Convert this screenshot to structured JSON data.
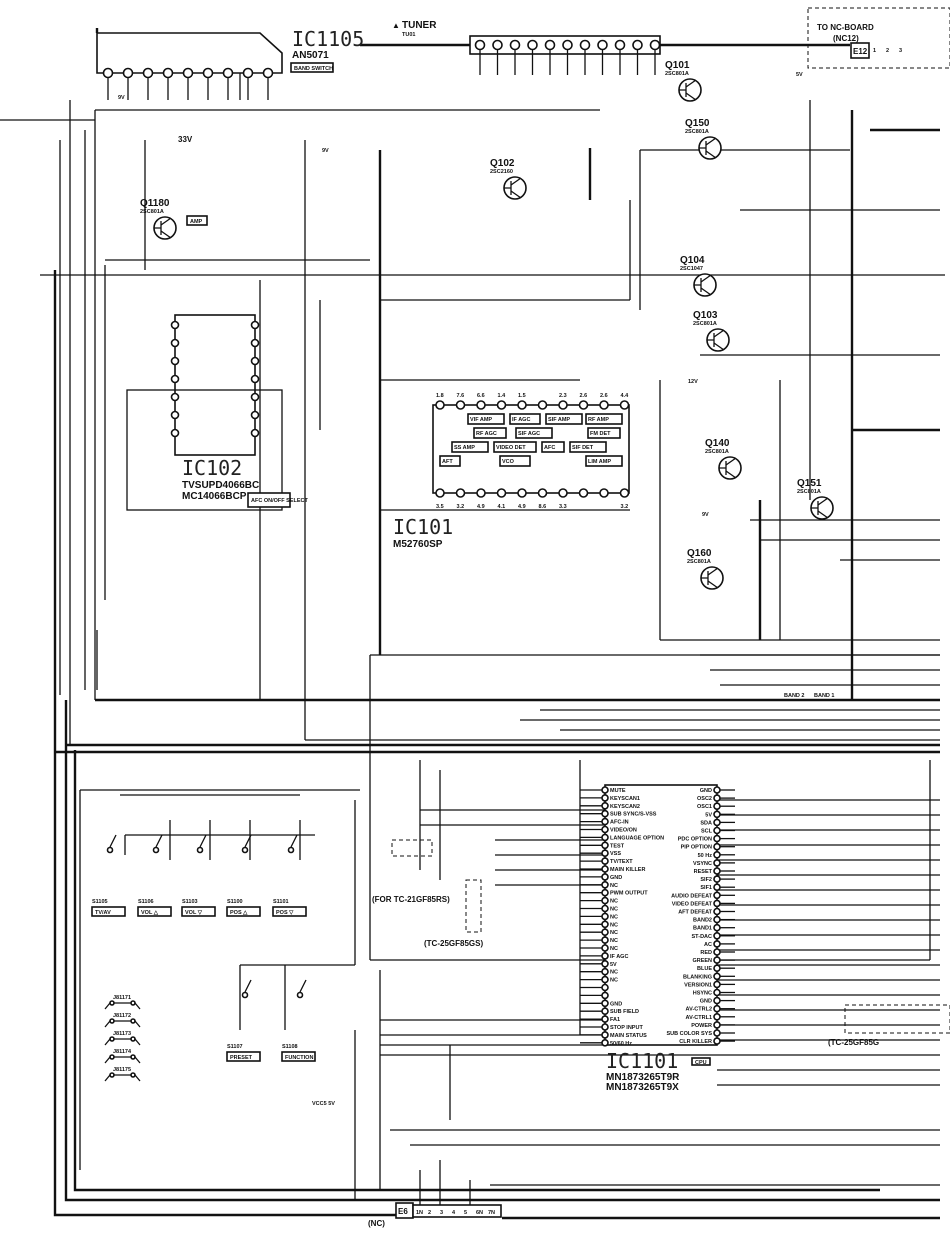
{
  "tuner": {
    "label": "TUNER",
    "ref": "TU01"
  },
  "nc_board": {
    "label": "TO NC-BOARD",
    "sub": "(NC12)",
    "connector": "E12"
  },
  "ics": {
    "ic1105": {
      "ref": "IC1105",
      "part": "AN5071",
      "function": "BAND SWITCH"
    },
    "ic102": {
      "ref": "IC102",
      "part": "TVSUPD4066BC",
      "part2": "MC14066BCP",
      "function": "AFC ON/OFF SELECT"
    },
    "ic101": {
      "ref": "IC101",
      "part": "M52760SP",
      "blocks": [
        "VIF AMP",
        "IF AGC",
        "RF AGC",
        "SIF AMP",
        "SIF AGC",
        "RF AMP",
        "FM DET",
        "LIM AMP",
        "VIDEO DET",
        "AFC",
        "SIF DET",
        "AFT",
        "SS AMP",
        "VCO"
      ],
      "top_pin_voltages": [
        "1.8",
        "7.6",
        "6.6",
        "1.4",
        "1.5",
        "",
        "2.3",
        "2.6",
        "2.6",
        "4.4"
      ],
      "bottom_pin_voltages": [
        "3.5",
        "3.2",
        "4.9",
        "4.1",
        "4.9",
        "8.6",
        "3.3",
        "",
        "",
        "3.2"
      ]
    },
    "ic1101": {
      "ref": "IC1101",
      "part": "MN1873265T9R",
      "part2": "MN1873265T9X",
      "function": "CPU",
      "left_pins": [
        "MUTE",
        "KEYSCAN1",
        "KEYSCAN2",
        "SUB SYNC/S-VSS",
        "AFC-IN",
        "VIDEO/ON",
        "LANGUAGE OPTION",
        "TEST",
        "VSS",
        "TV/TEXT",
        "MAIN KILLER",
        "GND",
        "NC",
        "PWM OUTPUT",
        "NC",
        "NC",
        "NC",
        "NC",
        "NC",
        "NC",
        "NC",
        "IF AGC",
        "5V",
        "NC",
        "NC",
        "",
        "",
        "GND",
        "SUB FIELD",
        "FA1",
        "STOP INPUT",
        "MAIN STATUS",
        "50/60 Hz"
      ],
      "right_pins": [
        "GND",
        "OSC2",
        "OSC1",
        "5V",
        "SDA",
        "SCL",
        "PDC OPTION",
        "PIP OPTION",
        "50 Hz",
        "VSYNC",
        "RESET",
        "SIF2",
        "SIF1",
        "AUDIO DEFEAT",
        "VIDEO DEFEAT",
        "AFT DEFEAT",
        "BAND2",
        "BAND1",
        "ST-DAC",
        "AC",
        "RED",
        "GREEN",
        "BLUE",
        "BLANKING",
        "VERSION1",
        "HSYNC",
        "GND",
        "AV-CTRL2",
        "AV-CTRL1",
        "POWER",
        "SUB COLOR SYS",
        "CLR KILLER"
      ]
    }
  },
  "transistors": [
    {
      "ref": "Q101",
      "part": "2SC801A"
    },
    {
      "ref": "Q150",
      "part": "2SC801A"
    },
    {
      "ref": "Q1180",
      "part": "2SC801A",
      "function": "AMP"
    },
    {
      "ref": "Q102",
      "part": "2SC2160"
    },
    {
      "ref": "Q104",
      "part": "2SC1047"
    },
    {
      "ref": "Q103",
      "part": "2SC801A"
    },
    {
      "ref": "Q140",
      "part": "2SC801A"
    },
    {
      "ref": "Q151",
      "part": "2SC801A"
    },
    {
      "ref": "Q160",
      "part": "2SC801A"
    }
  ],
  "switches": [
    {
      "ref": "S1105",
      "label": "TV/AV"
    },
    {
      "ref": "S1106",
      "label": "VOL △"
    },
    {
      "ref": "S1103",
      "label": "VOL ▽"
    },
    {
      "ref": "S1100",
      "label": "POS △"
    },
    {
      "ref": "S1101",
      "label": "POS ▽"
    },
    {
      "ref": "S1107",
      "label": "PRESET"
    },
    {
      "ref": "S1108",
      "label": "FUNCTION"
    }
  ],
  "jumpers": [
    "J81171",
    "J81172",
    "J81173",
    "J81174",
    "J81175"
  ],
  "notes": {
    "for_21": "(FOR TC-21GF85RS)",
    "for_25": "(TC-25GF85GS)",
    "for_25_right": "(TC-25GF85G"
  },
  "supply": {
    "v33": "33V",
    "v9": "9V",
    "v5": "5V",
    "v12": "12V",
    "vcc5": "VCC5 5V"
  },
  "band_labels": [
    "BAND 2",
    "BAND 1"
  ],
  "bottom_connector": {
    "ref": "E6",
    "nc": "(NC)",
    "pins": [
      "1N",
      "2",
      "3",
      "4",
      "5",
      "6N",
      "7N"
    ]
  },
  "nc_connector_pins": [
    "1",
    "2",
    "3"
  ]
}
